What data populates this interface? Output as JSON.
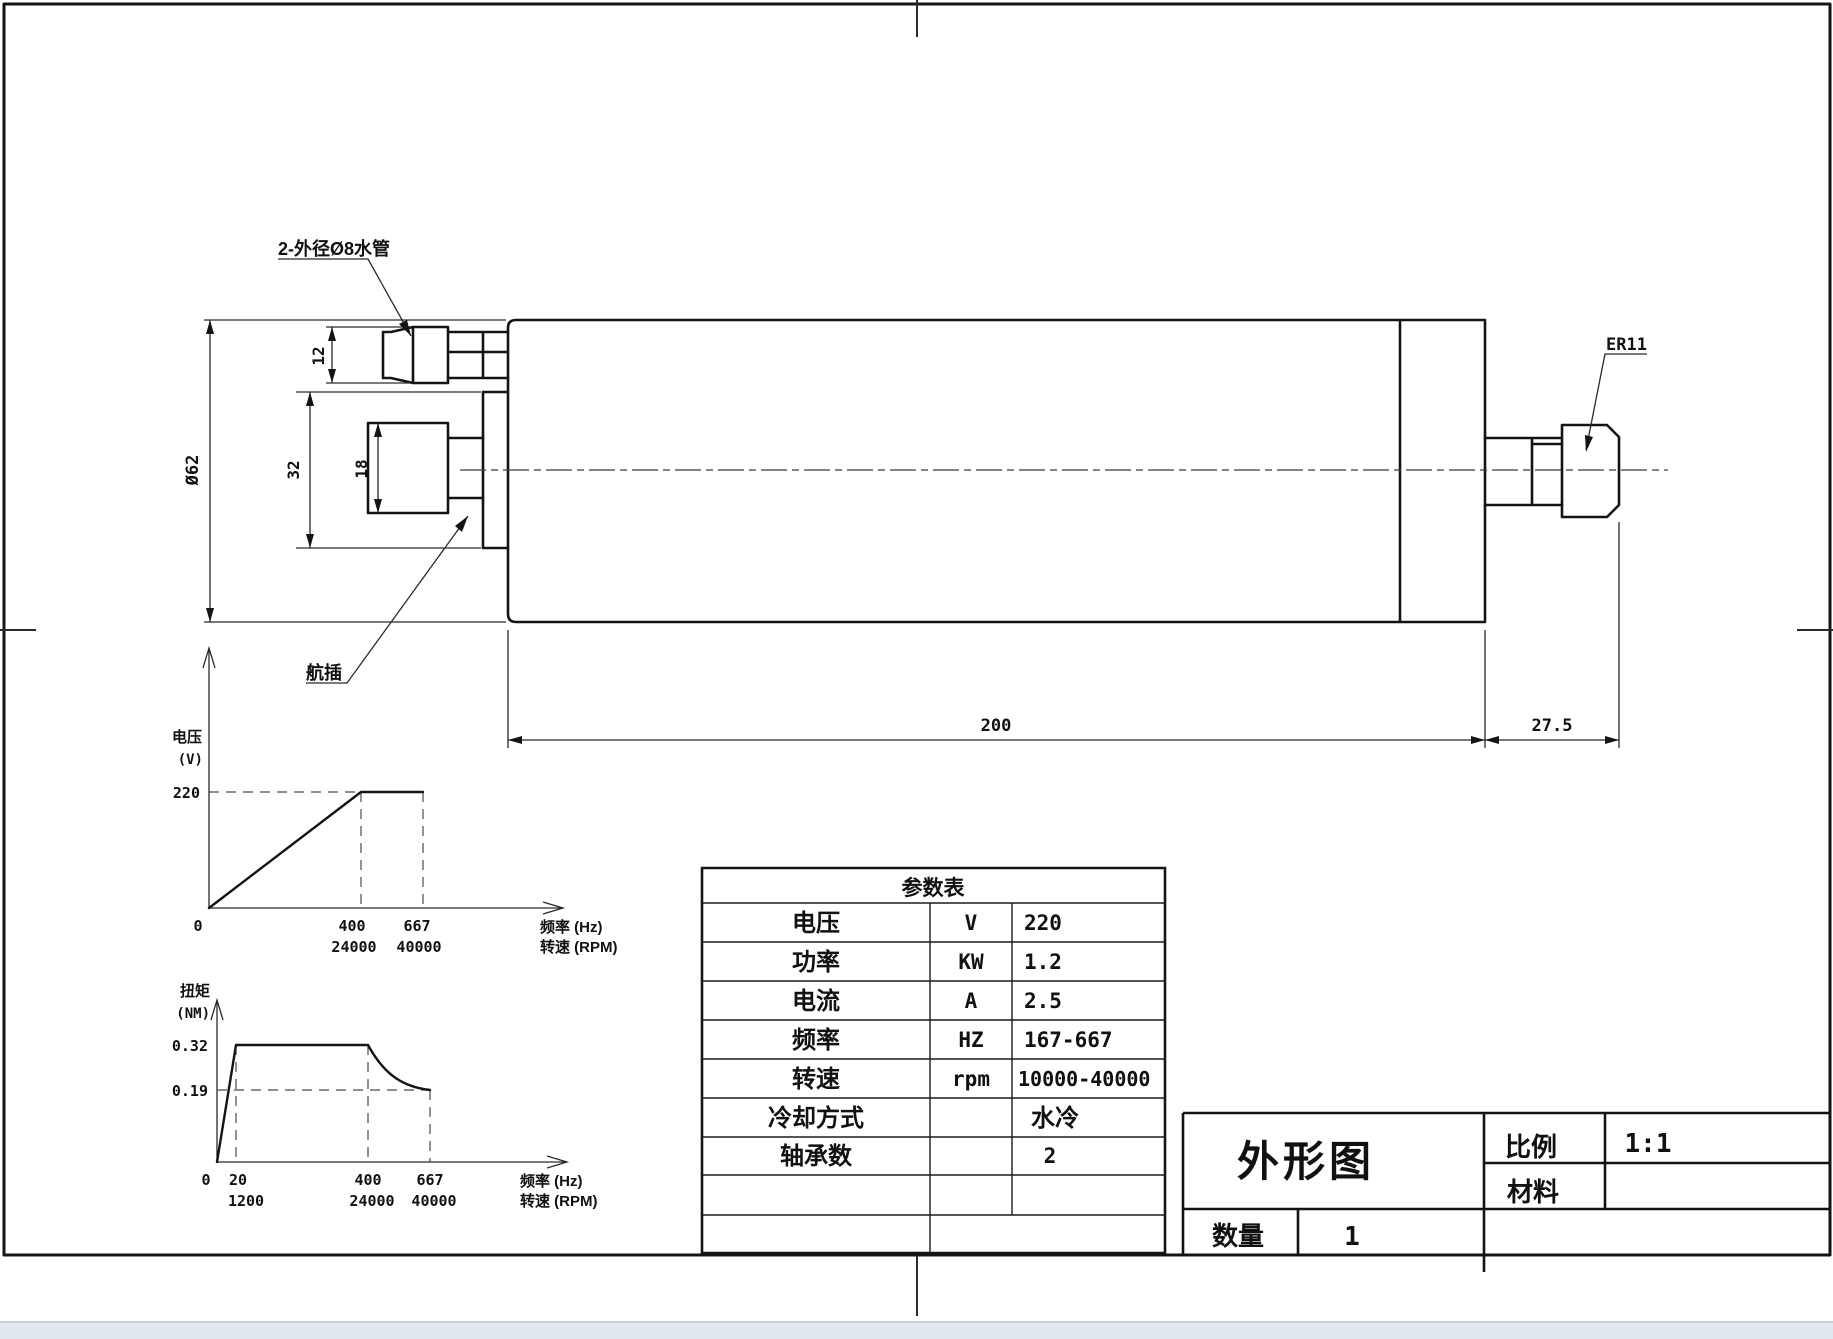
{
  "drawing": {
    "annotations": {
      "water_pipe_label": "2-外径Ø8水管",
      "aviation_plug_label": "航插",
      "collet_label": "ER11"
    },
    "dimensions": {
      "pipe_height": "12",
      "boss_diameter": "32",
      "plug_height": "18",
      "body_diameter": "Ø62",
      "body_length": "200",
      "shaft_length": "27.5"
    }
  },
  "chart_data": [
    {
      "type": "line",
      "name": "voltage-vs-frequency",
      "ylabel_line1": "电压",
      "ylabel_line2": "(V)",
      "xlabel_hz": "频率 (Hz)",
      "xlabel_rpm": "转速 (RPM)",
      "y_tick": "220",
      "x_ticks_hz": [
        "0",
        "400",
        "667"
      ],
      "x_ticks_rpm": [
        "24000",
        "40000"
      ],
      "series": [
        {
          "name": "voltage",
          "points_hz_v": [
            [
              0,
              0
            ],
            [
              400,
              220
            ],
            [
              667,
              220
            ]
          ]
        }
      ],
      "grid": "dashed reference lines at 220 V, 400 Hz, 667 Hz",
      "legend_position": "none"
    },
    {
      "type": "line",
      "name": "torque-vs-frequency",
      "ylabel_line1": "扭矩",
      "ylabel_line2": "(NM)",
      "xlabel_hz": "频率 (Hz)",
      "xlabel_rpm": "转速 (RPM)",
      "y_ticks": [
        "0.32",
        "0.19"
      ],
      "x_ticks_hz": [
        "0",
        "20",
        "400",
        "667"
      ],
      "x_ticks_rpm": [
        "1200",
        "24000",
        "40000"
      ],
      "series": [
        {
          "name": "torque",
          "points_hz_nm": [
            [
              0,
              0
            ],
            [
              20,
              0.32
            ],
            [
              400,
              0.32
            ],
            [
              667,
              0.19
            ]
          ]
        }
      ],
      "grid": "dashed reference lines at 0.19 NM, 20 Hz, 400 Hz, 667 Hz",
      "legend_position": "none"
    }
  ],
  "param_table": {
    "title": "参数表",
    "rows": [
      {
        "name": "电压",
        "unit": "V",
        "value": "220"
      },
      {
        "name": "功率",
        "unit": "KW",
        "value": "1.2"
      },
      {
        "name": "电流",
        "unit": "A",
        "value": "2.5"
      },
      {
        "name": "频率",
        "unit": "HZ",
        "value": "167-667"
      },
      {
        "name": "转速",
        "unit": "rpm",
        "value": "10000-40000"
      },
      {
        "name": "冷却方式",
        "unit": "",
        "value": "水冷"
      },
      {
        "name": "轴承数",
        "unit": "",
        "value": "2"
      }
    ]
  },
  "title_block": {
    "drawing_title": "外形图",
    "scale_label": "比例",
    "scale_value": "1:1",
    "material_label": "材料",
    "material_value": "",
    "quantity_label": "数量",
    "quantity_value": "1"
  },
  "colors": {
    "line": "#141414",
    "gray_value": "#8c8c8c",
    "bottom_strip": "#e1e9ee"
  }
}
